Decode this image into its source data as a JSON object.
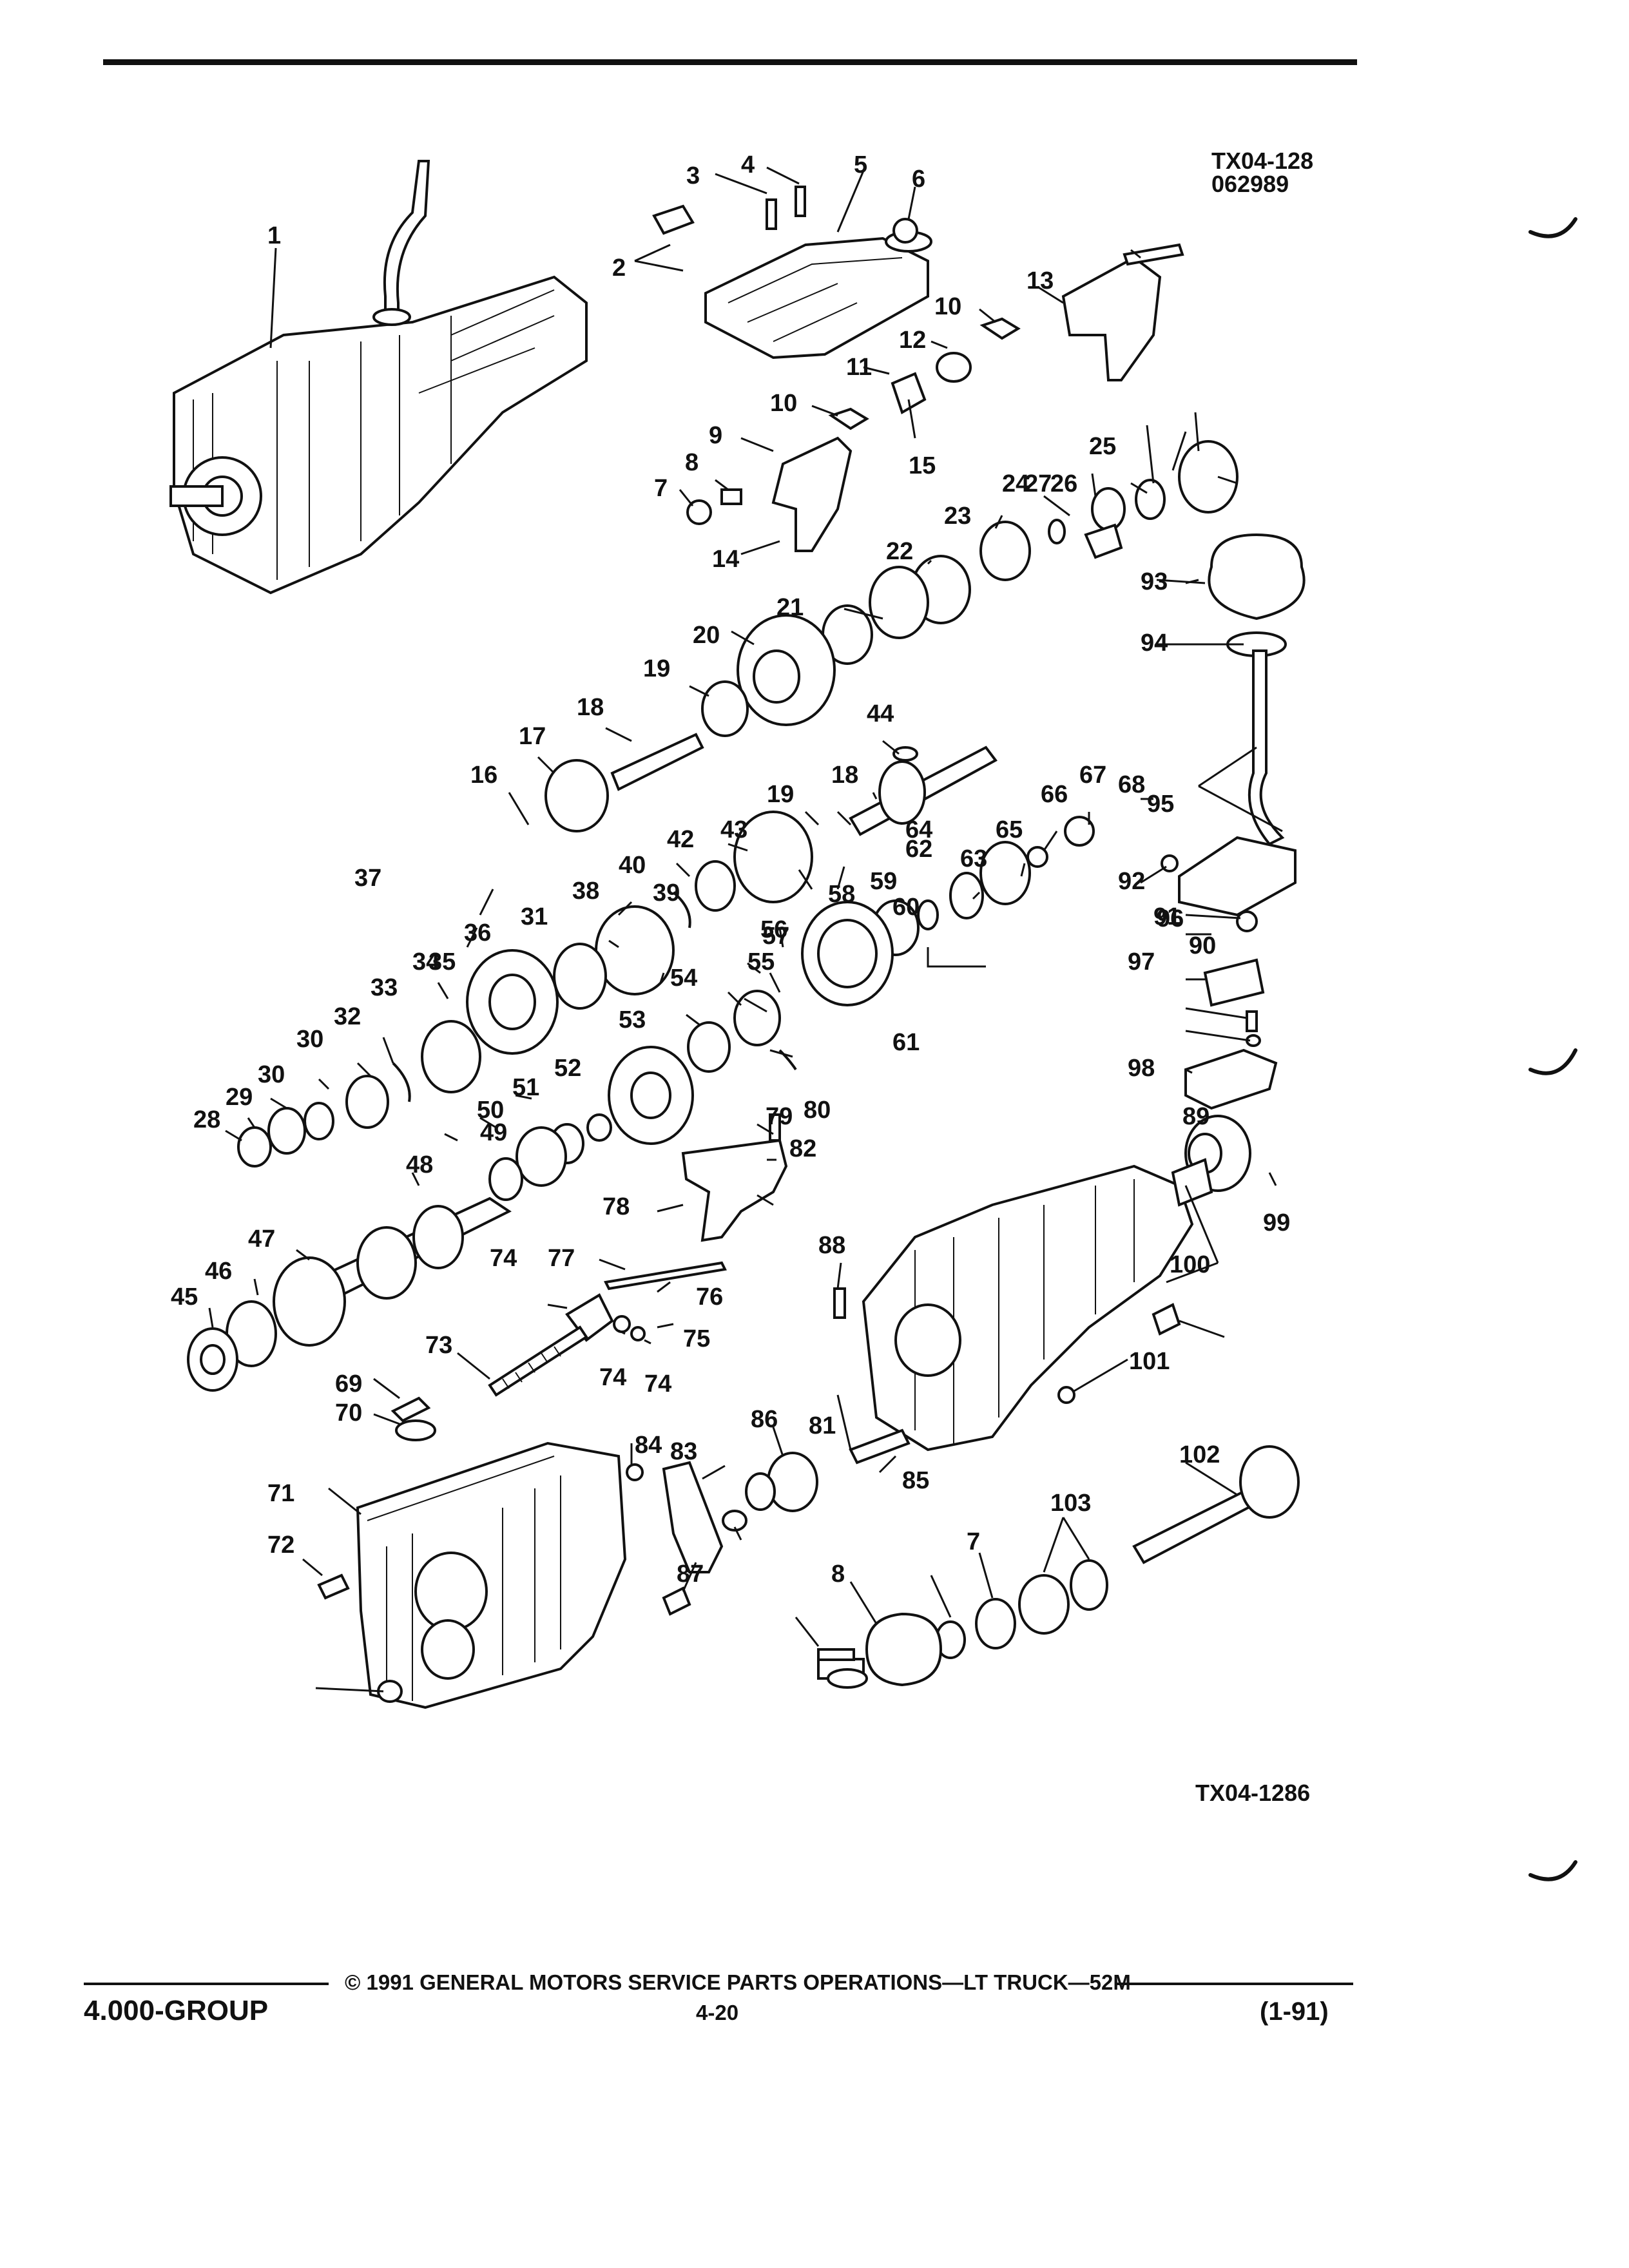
{
  "header": {
    "ref_code_top": "TX04-128",
    "ref_date": "062989"
  },
  "diagram": {
    "ref_code_bottom": "TX04-1286",
    "callouts": [
      "1",
      "2",
      "3",
      "4",
      "5",
      "6",
      "7",
      "8",
      "9",
      "10",
      "10",
      "11",
      "12",
      "13",
      "14",
      "15",
      "16",
      "17",
      "18",
      "18",
      "19",
      "19",
      "20",
      "21",
      "22",
      "23",
      "24",
      "25",
      "26",
      "27",
      "28",
      "29",
      "30",
      "30",
      "31",
      "32",
      "33",
      "34",
      "35",
      "36",
      "37",
      "38",
      "39",
      "40",
      "42",
      "43",
      "44",
      "45",
      "46",
      "47",
      "48",
      "49",
      "50",
      "51",
      "52",
      "53",
      "54",
      "55",
      "56",
      "57",
      "58",
      "59",
      "60",
      "61",
      "62",
      "63",
      "64",
      "65",
      "66",
      "67",
      "68",
      "69",
      "70",
      "71",
      "72",
      "73",
      "74",
      "74",
      "74",
      "75",
      "76",
      "77",
      "78",
      "79",
      "80",
      "81",
      "82",
      "83",
      "84",
      "85",
      "86",
      "87",
      "88",
      "89",
      "90",
      "91",
      "92",
      "93",
      "94",
      "95",
      "96",
      "97",
      "98",
      "99",
      "100",
      "101",
      "102",
      "103",
      "7",
      "8"
    ]
  },
  "footer": {
    "group": "4.000-GROUP",
    "copyright": "© 1991 GENERAL MOTORS SERVICE PARTS OPERATIONS—LT TRUCK—52M",
    "page": "4-20",
    "revision": "(1-91)"
  }
}
